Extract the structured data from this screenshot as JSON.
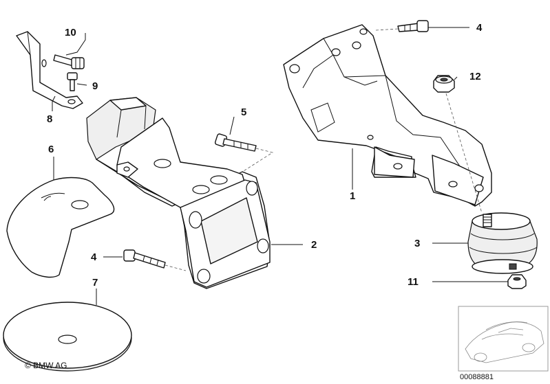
{
  "callouts": [
    {
      "id": "callout-1",
      "label": "1"
    },
    {
      "id": "callout-2",
      "label": "2"
    },
    {
      "id": "callout-3",
      "label": "3"
    },
    {
      "id": "callout-4a",
      "label": "4"
    },
    {
      "id": "callout-4b",
      "label": "4"
    },
    {
      "id": "callout-5",
      "label": "5"
    },
    {
      "id": "callout-6",
      "label": "6"
    },
    {
      "id": "callout-7",
      "label": "7"
    },
    {
      "id": "callout-8",
      "label": "8"
    },
    {
      "id": "callout-9",
      "label": "9"
    },
    {
      "id": "callout-10",
      "label": "10"
    },
    {
      "id": "callout-11",
      "label": "11"
    },
    {
      "id": "callout-12",
      "label": "12"
    }
  ],
  "footer": {
    "copyright": "© BMW AG",
    "document_number": "00088881"
  }
}
